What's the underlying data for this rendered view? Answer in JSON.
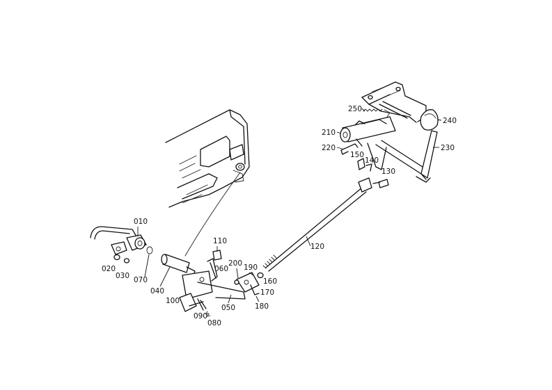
{
  "diagram": {
    "labels": {
      "p010": "010",
      "p020": "020",
      "p030": "030",
      "p040": "040",
      "p050": "050",
      "p060": "060",
      "p070": "070",
      "p080": "080",
      "p090": "090",
      "p100": "100",
      "p110": "110",
      "p120": "120",
      "p130": "130",
      "p140": "140",
      "p150": "150",
      "p160": "160",
      "p170": "170",
      "p180": "180",
      "p190": "190",
      "p200": "200",
      "p210": "210",
      "p220": "220",
      "p230": "230",
      "p240": "240",
      "p250": "250"
    }
  },
  "colors": {
    "ink": "#111111",
    "paper": "#ffffff"
  }
}
